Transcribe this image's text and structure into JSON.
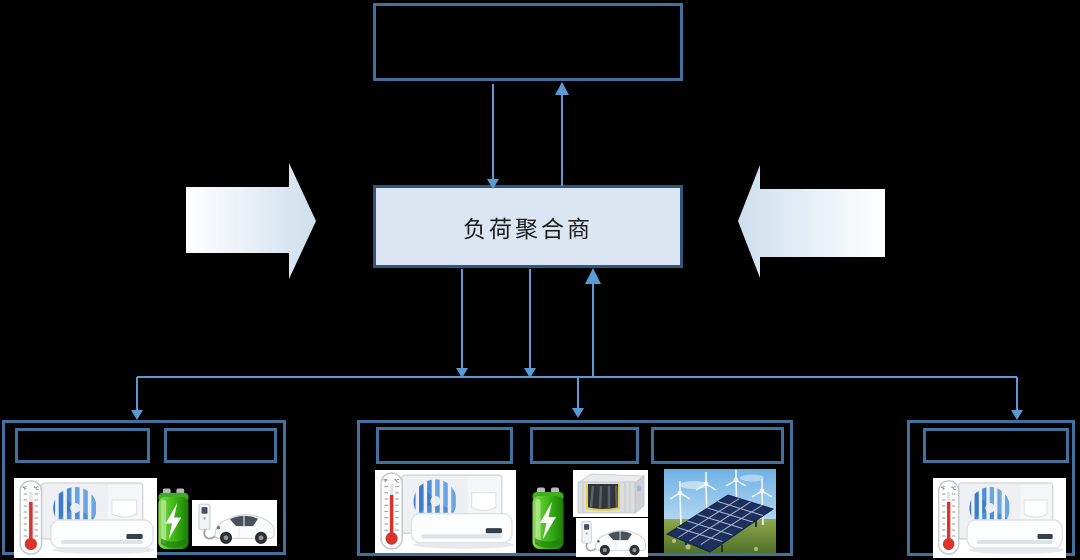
{
  "diagram": {
    "top_box": {
      "label": ""
    },
    "aggregator_box": {
      "label": "负荷聚合商"
    },
    "block_arrows": [
      {
        "name": "left-inflow-arrow",
        "direction": "right"
      },
      {
        "name": "right-inflow-arrow",
        "direction": "left"
      }
    ],
    "groups": [
      {
        "name": "left-group",
        "label_boxes": [
          "",
          ""
        ],
        "images": [
          "air-conditioner-with-thermometer",
          "green-battery",
          "ev-charging"
        ]
      },
      {
        "name": "middle-group",
        "label_boxes": [
          "",
          "",
          ""
        ],
        "images": [
          "air-conditioner-with-thermometer",
          "green-battery",
          "battery-storage-container",
          "ev-charging",
          "solar-and-wind-farm"
        ]
      },
      {
        "name": "right-group",
        "label_boxes": [
          ""
        ],
        "images": [
          "air-conditioner-with-thermometer"
        ]
      }
    ],
    "colors": {
      "background": "#000000",
      "box_border": "#41719c",
      "aggregator_fill": "#dbe6f2",
      "aggregator_border": "#31567e",
      "connector": "#5b9bd5",
      "block_arrow_light": "#ffffff",
      "block_arrow_tint": "#cfdfee"
    }
  }
}
